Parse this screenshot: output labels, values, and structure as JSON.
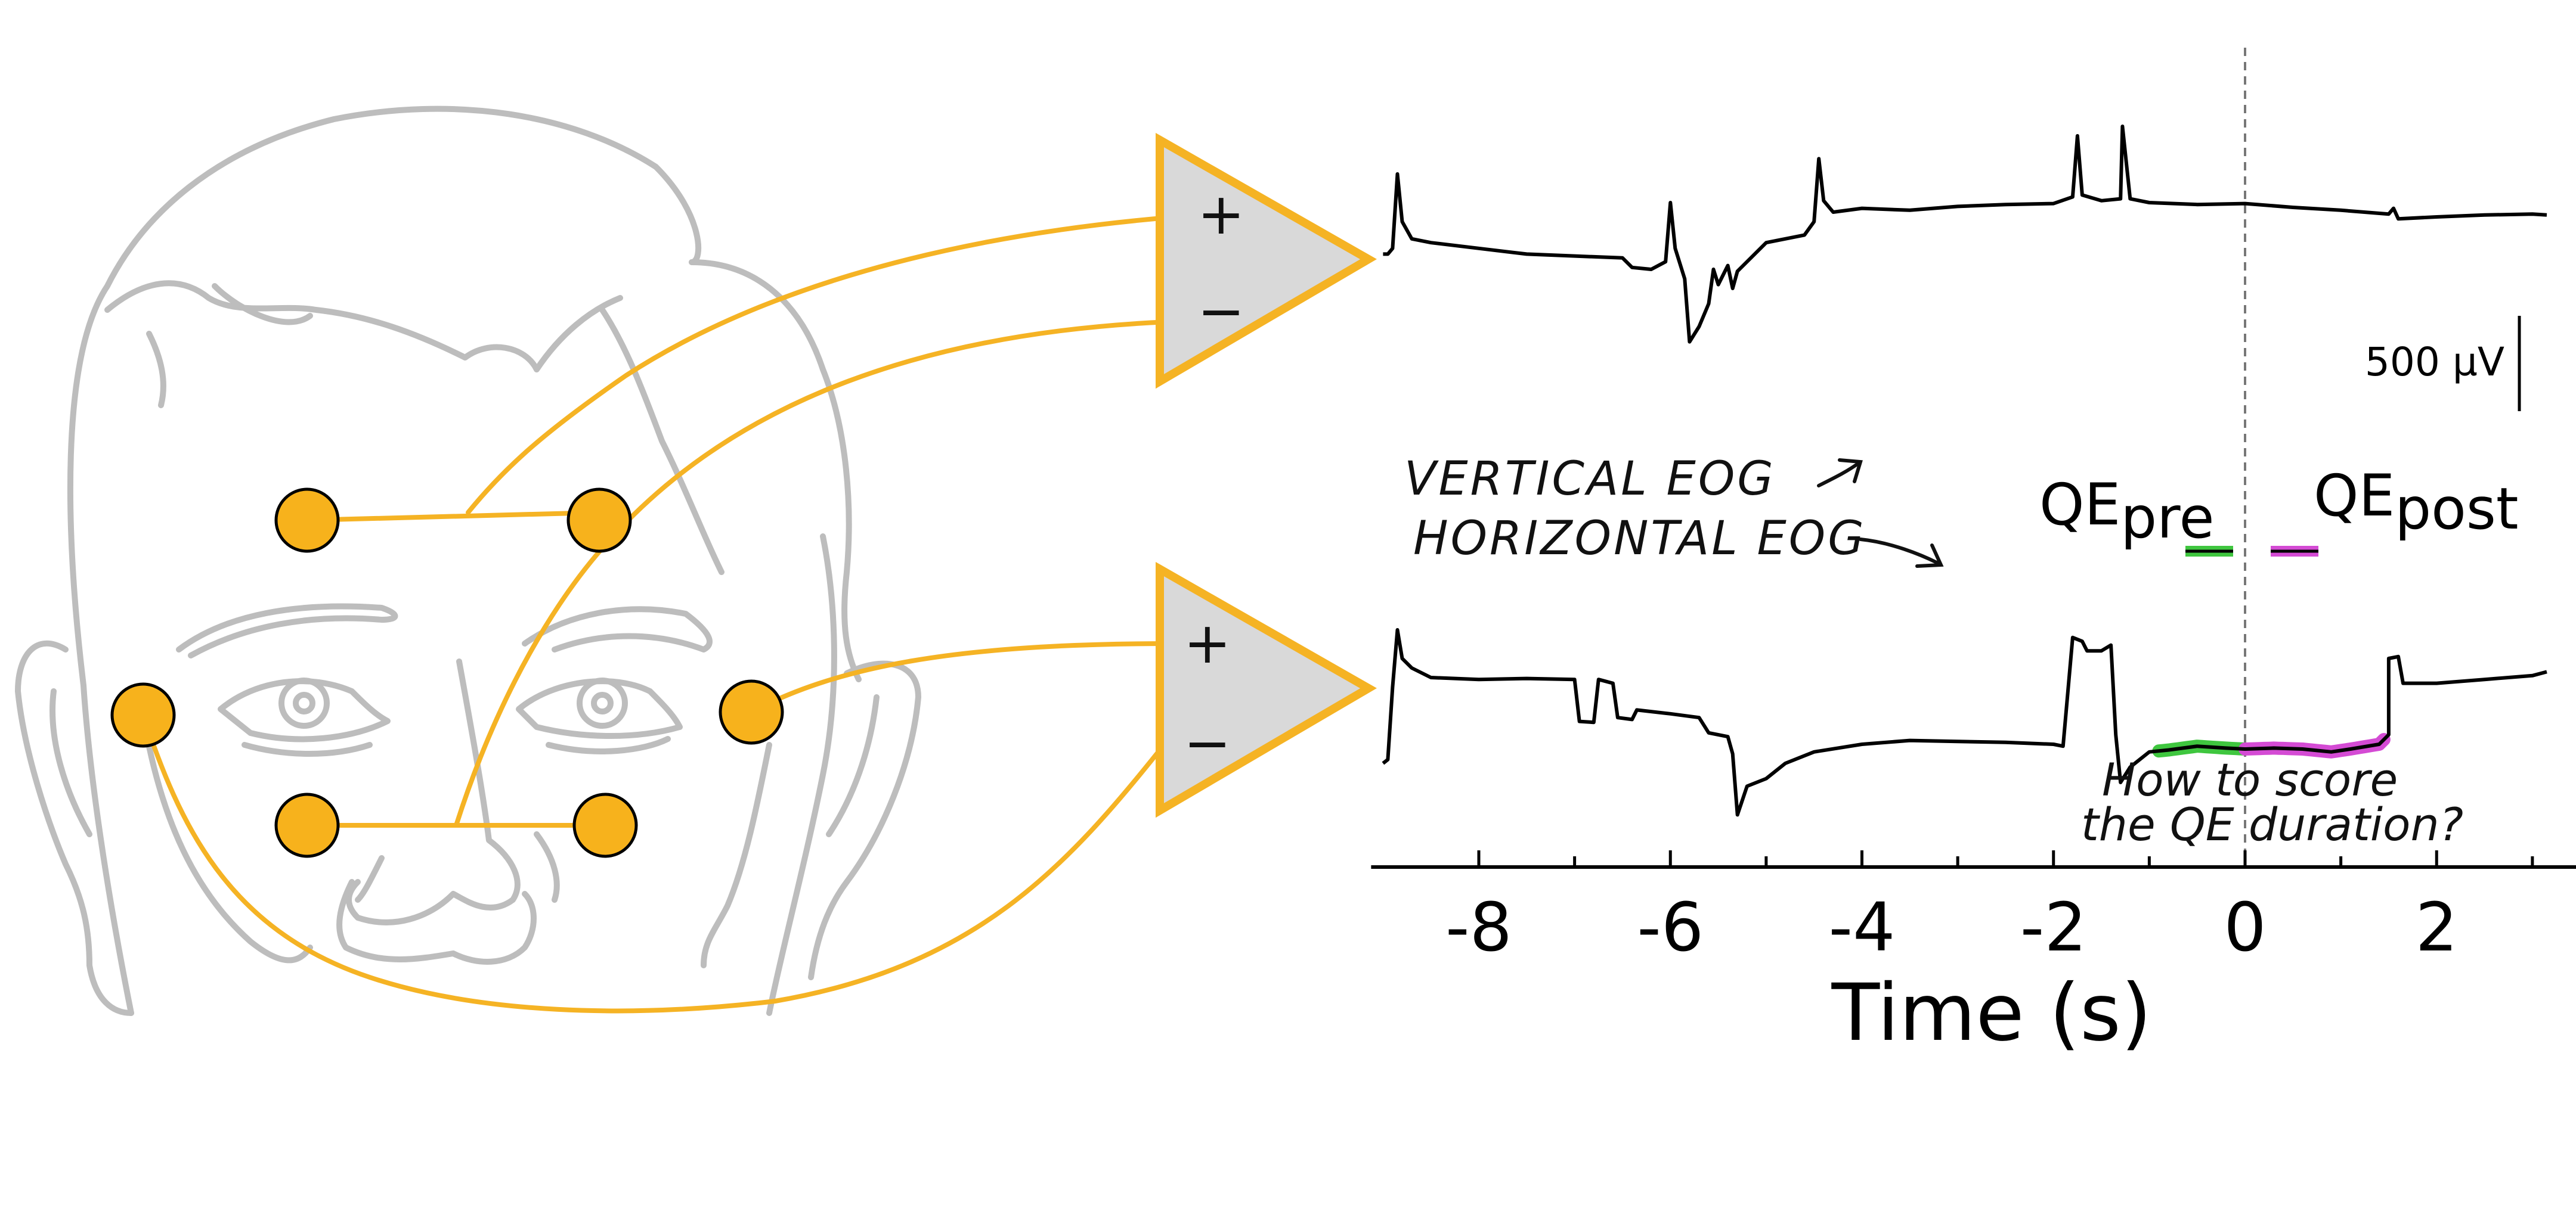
{
  "labels": {
    "amp_plus": "+",
    "amp_minus": "−",
    "vertical_note": "VERTICAL EOG",
    "horizontal_note": "HORIZONTAL EOG",
    "qe_base": "QE",
    "qe_pre_sub": "pre",
    "qe_post_sub": "post",
    "scale_bar": "500 µV",
    "question_line1": "How to score",
    "question_line2": "the QE duration?",
    "x_axis_label": "Time (s)"
  },
  "colors": {
    "wire": "#F5B324",
    "electrode_fill": "#F7B21C",
    "amp_fill": "#D9D9D9",
    "face": "#BDBDBD",
    "trace": "#000000",
    "qe_pre": "#3FC63F",
    "qe_post": "#D44BD4"
  },
  "chart_data": {
    "type": "line",
    "xlabel": "Time (s)",
    "x_ticks": [
      -8,
      -6,
      -4,
      -2,
      0,
      2
    ],
    "xlim": [
      -9,
      3.2
    ],
    "scale_bar_uV": 500,
    "event_time": 0,
    "series": [
      {
        "name": "VERTICAL EOG",
        "points": [
          [
            -9.0,
            -20
          ],
          [
            -8.95,
            -20
          ],
          [
            -8.9,
            10
          ],
          [
            -8.85,
            400
          ],
          [
            -8.8,
            150
          ],
          [
            -8.7,
            60
          ],
          [
            -8.5,
            40
          ],
          [
            -8.0,
            10
          ],
          [
            -7.5,
            -20
          ],
          [
            -7.0,
            -30
          ],
          [
            -6.5,
            -40
          ],
          [
            -6.4,
            -90
          ],
          [
            -6.2,
            -100
          ],
          [
            -6.05,
            -60
          ],
          [
            -6.0,
            250
          ],
          [
            -5.95,
            10
          ],
          [
            -5.85,
            -150
          ],
          [
            -5.8,
            -480
          ],
          [
            -5.7,
            -400
          ],
          [
            -5.6,
            -280
          ],
          [
            -5.55,
            -100
          ],
          [
            -5.5,
            -180
          ],
          [
            -5.4,
            -80
          ],
          [
            -5.35,
            -200
          ],
          [
            -5.3,
            -110
          ],
          [
            -5.0,
            40
          ],
          [
            -4.6,
            80
          ],
          [
            -4.5,
            150
          ],
          [
            -4.45,
            480
          ],
          [
            -4.4,
            260
          ],
          [
            -4.3,
            200
          ],
          [
            -4.0,
            220
          ],
          [
            -3.5,
            210
          ],
          [
            -3.0,
            230
          ],
          [
            -2.5,
            240
          ],
          [
            -2.0,
            245
          ],
          [
            -1.8,
            280
          ],
          [
            -1.75,
            600
          ],
          [
            -1.7,
            290
          ],
          [
            -1.5,
            260
          ],
          [
            -1.3,
            270
          ],
          [
            -1.28,
            650
          ],
          [
            -1.2,
            270
          ],
          [
            -1.0,
            250
          ],
          [
            -0.5,
            240
          ],
          [
            0.0,
            245
          ],
          [
            0.5,
            225
          ],
          [
            1.0,
            210
          ],
          [
            1.5,
            190
          ],
          [
            1.55,
            220
          ],
          [
            1.6,
            165
          ],
          [
            2.0,
            175
          ],
          [
            2.5,
            185
          ],
          [
            3.0,
            190
          ],
          [
            3.15,
            185
          ]
        ]
      },
      {
        "name": "HORIZONTAL EOG",
        "points": [
          [
            -9.0,
            -300
          ],
          [
            -8.95,
            -280
          ],
          [
            -8.9,
            100
          ],
          [
            -8.85,
            400
          ],
          [
            -8.8,
            250
          ],
          [
            -8.7,
            200
          ],
          [
            -8.5,
            150
          ],
          [
            -8.0,
            140
          ],
          [
            -7.5,
            145
          ],
          [
            -7.0,
            140
          ],
          [
            -6.95,
            -80
          ],
          [
            -6.8,
            -85
          ],
          [
            -6.75,
            140
          ],
          [
            -6.6,
            120
          ],
          [
            -6.55,
            -60
          ],
          [
            -6.4,
            -70
          ],
          [
            -6.35,
            -20
          ],
          [
            -6.0,
            -40
          ],
          [
            -5.7,
            -60
          ],
          [
            -5.6,
            -140
          ],
          [
            -5.4,
            -160
          ],
          [
            -5.35,
            -250
          ],
          [
            -5.3,
            -570
          ],
          [
            -5.2,
            -420
          ],
          [
            -5.0,
            -380
          ],
          [
            -4.8,
            -300
          ],
          [
            -4.5,
            -240
          ],
          [
            -4.0,
            -200
          ],
          [
            -3.5,
            -180
          ],
          [
            -3.0,
            -185
          ],
          [
            -2.5,
            -190
          ],
          [
            -2.0,
            -200
          ],
          [
            -1.9,
            -210
          ],
          [
            -1.8,
            360
          ],
          [
            -1.7,
            340
          ],
          [
            -1.65,
            290
          ],
          [
            -1.5,
            290
          ],
          [
            -1.4,
            320
          ],
          [
            -1.35,
            -150
          ],
          [
            -1.3,
            -400
          ],
          [
            -1.2,
            -320
          ],
          [
            -1.1,
            -280
          ],
          [
            -1.0,
            -240
          ],
          [
            -0.8,
            -230
          ],
          [
            -0.5,
            -210
          ],
          [
            -0.2,
            -220
          ],
          [
            0.0,
            -225
          ],
          [
            0.3,
            -220
          ],
          [
            0.6,
            -225
          ],
          [
            0.9,
            -240
          ],
          [
            1.1,
            -225
          ],
          [
            1.4,
            -200
          ],
          [
            1.5,
            -150
          ],
          [
            1.5,
            250
          ],
          [
            1.6,
            260
          ],
          [
            1.65,
            120
          ],
          [
            2.0,
            120
          ],
          [
            2.5,
            140
          ],
          [
            3.0,
            160
          ],
          [
            3.15,
            180
          ]
        ]
      }
    ],
    "highlights": [
      {
        "name": "QE pre",
        "x": [
          -0.9,
          0.0
        ]
      },
      {
        "name": "QE post",
        "x": [
          0.0,
          1.45
        ]
      }
    ]
  }
}
